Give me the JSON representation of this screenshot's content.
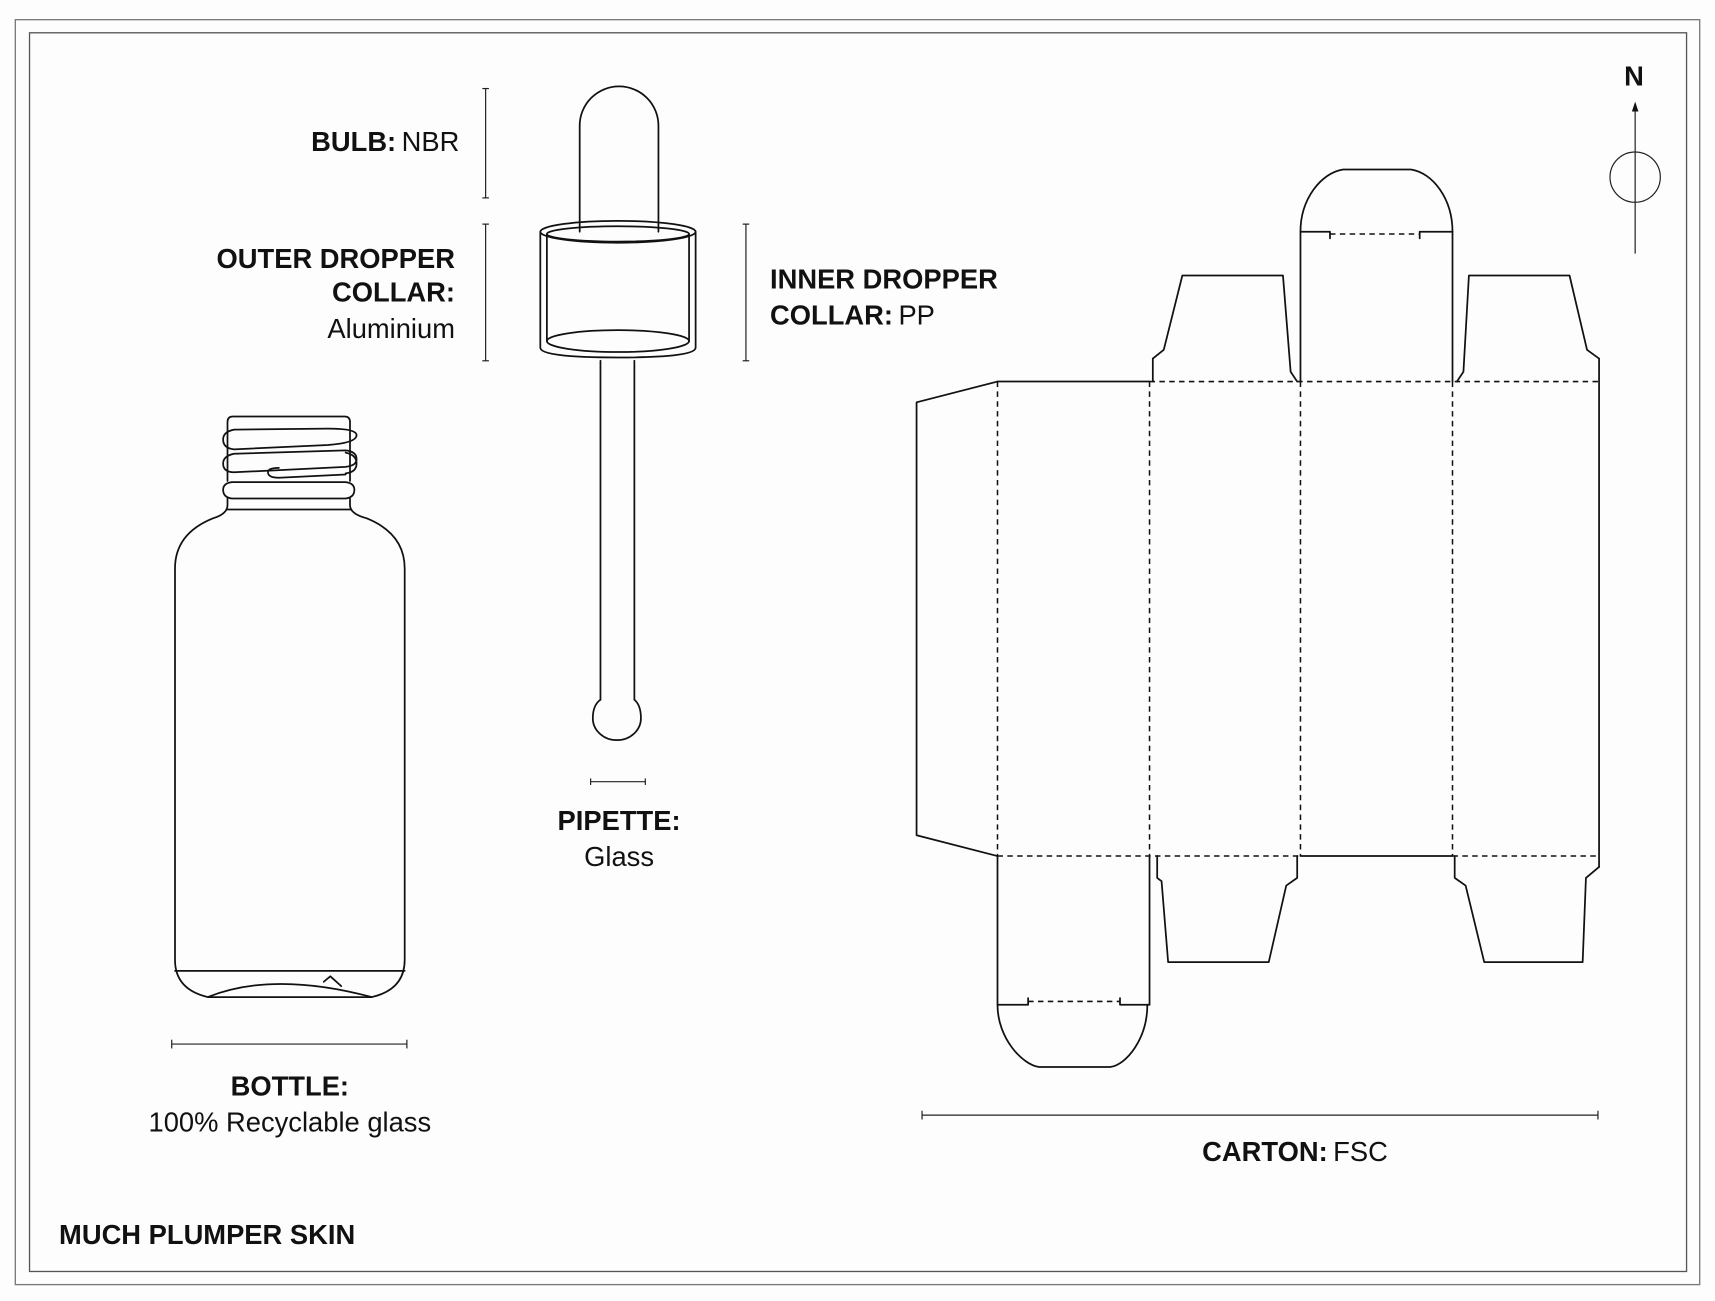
{
  "brand": "MUCH PLUMPER SKIN",
  "compass": {
    "label": "N"
  },
  "labels": {
    "bulb": {
      "name": "BULB:",
      "material": "NBR"
    },
    "outer_collar": {
      "line1": "OUTER DROPPER",
      "line2": "COLLAR:",
      "material": "Aluminium"
    },
    "inner_collar": {
      "line1": "INNER DROPPER",
      "line2": "COLLAR:",
      "material": "PP"
    },
    "pipette": {
      "name": "PIPETTE:",
      "material": "Glass"
    },
    "bottle": {
      "name": "BOTTLE:",
      "material": "100% Recyclable glass"
    },
    "carton": {
      "name": "CARTON:",
      "material": "FSC"
    }
  },
  "colors": {
    "line": "#111111",
    "background": "#fdfdfe"
  }
}
